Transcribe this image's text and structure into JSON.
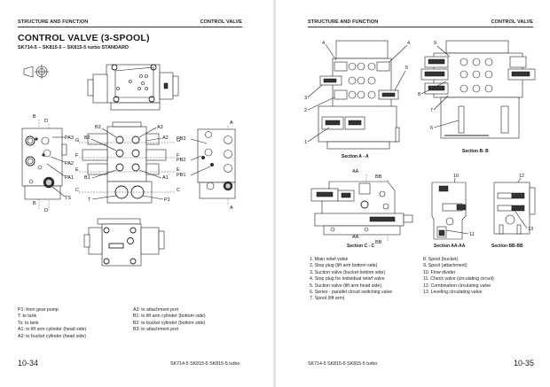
{
  "left_page": {
    "header_left": "STRUCTURE AND FUNCTION",
    "header_right": "CONTROL VALVE",
    "title": "CONTROL VALVE (3-SPOOL)",
    "subtitle": "SK714-5 – SK815-5 – SK815-5 turbo STANDARD",
    "figure_labels": {
      "side_left": [
        "B",
        "D",
        "PA3",
        "PA2",
        "PA1",
        "TS",
        "B",
        "D"
      ],
      "front": [
        "B3",
        "A3",
        "B2",
        "A2",
        "G",
        "G",
        "F",
        "F",
        "E",
        "E",
        "B1",
        "A1",
        "C",
        "C",
        "T",
        "P1"
      ],
      "side_right": [
        "A",
        "PB3",
        "PB2",
        "PB1",
        "A"
      ]
    },
    "legend_col1": [
      "P1:  from gear pump",
      "T:    to tank",
      "Ts:  to tank",
      "A1:  to lift arm cylinder (head side)",
      "A2:  to bucket cylinder (head side)"
    ],
    "legend_col2": [
      "A3:  to attachment port",
      "B1:  to lift arm cylinder (bottom side)",
      "B2:  to bucket cylinder (bottom side)",
      "B3:  to attachment port"
    ],
    "page_number": "10-34",
    "footer_models": "SK714-5  SK815-5  SK815-5 turbo"
  },
  "right_page": {
    "header_left": "STRUCTURE AND FUNCTION",
    "header_right": "CONTROL VALVE",
    "sections": [
      {
        "caption": "Section A - A",
        "callouts": [
          "4",
          "4",
          "5",
          "3",
          "2",
          "1"
        ]
      },
      {
        "caption": "Section B- B",
        "callouts": [
          "9",
          "8",
          "7",
          "6"
        ]
      },
      {
        "caption": "Section C - C",
        "callouts": [
          "AA",
          "BB",
          "AA",
          "BB"
        ]
      },
      {
        "caption": "Section AA-AA",
        "callouts": [
          "10",
          "11"
        ]
      },
      {
        "caption": "Section BB-BB",
        "callouts": [
          "12",
          "13"
        ]
      }
    ],
    "parts_col1": [
      "1.  Main relief valve",
      "2.  Stop plug (lift arm bottom side)",
      "3.  Suction valve (bucket bottom side)",
      "4.  Stop plug for individual relief valve",
      "5.  Suction valve (lift arm head side)",
      "6.  Series - parallel circuit switching valve",
      "7.  Spool (lift arm)"
    ],
    "parts_col2": [
      "8.  Spool (bucket)",
      "9.  Spool (attachment)",
      "10. Flow divider",
      "11. Check valve (circulating circuit)",
      "12. Combination circulating valve",
      "13. Leveling circulating valve"
    ],
    "page_number": "10-35",
    "footer_models": "SK714-5  SK815-5  SK815-5 turbo"
  }
}
